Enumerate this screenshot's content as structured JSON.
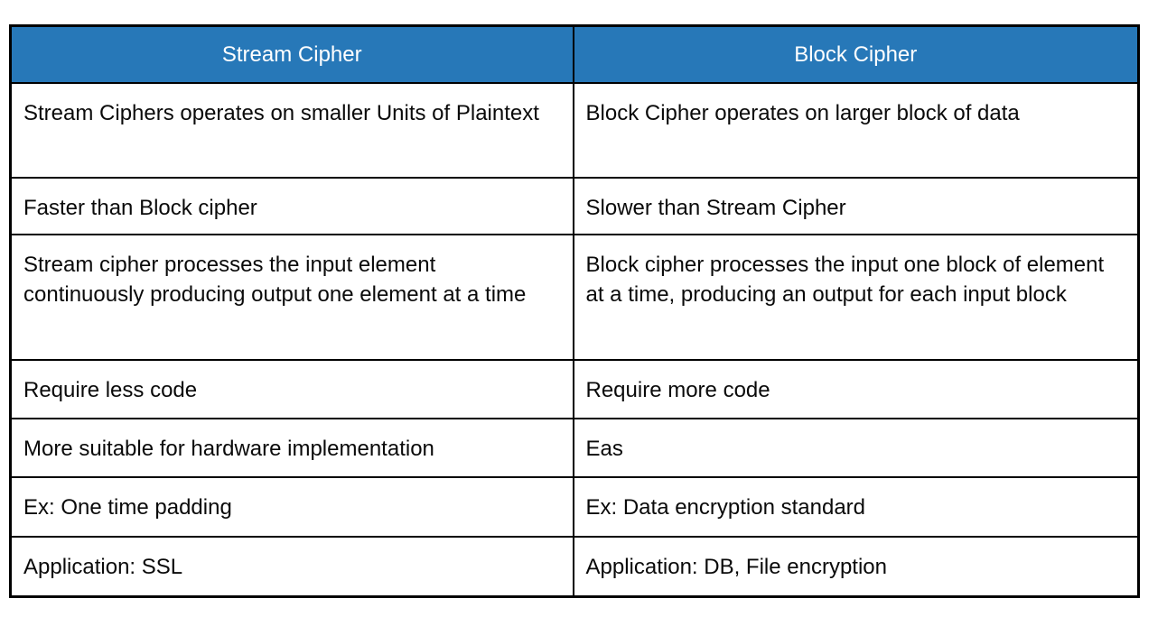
{
  "table": {
    "header_bg": "#2778B8",
    "header_text_color": "#FFFFFF",
    "border_color": "#000000",
    "headers": {
      "stream": "Stream Cipher",
      "block": "Block Cipher"
    },
    "rows": [
      {
        "stream": "Stream Ciphers operates on smaller Units of Plaintext",
        "block": "Block Cipher operates on larger block of data"
      },
      {
        "stream": "Faster than Block cipher",
        "block": "Slower than Stream Cipher"
      },
      {
        "stream": "Stream cipher processes the input element continuously producing output one element at a time",
        "block": "Block cipher processes the input one block of element at a time, producing an output for each input block"
      },
      {
        "stream": "Require less code",
        "block": "Require more code"
      },
      {
        "stream": "More suitable for hardware implementation",
        "block": "Eas"
      },
      {
        "stream": "Ex: One time padding",
        "block": "Ex: Data encryption standard"
      },
      {
        "stream": "Application: SSL",
        "block": "Application: DB, File encryption"
      }
    ]
  }
}
